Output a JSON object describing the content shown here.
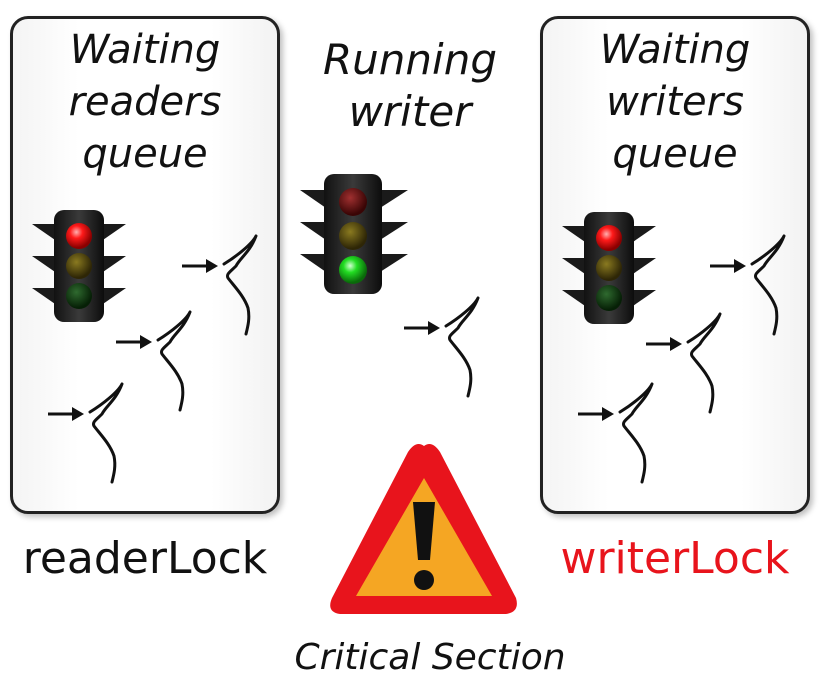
{
  "left_panel": {
    "title_lines": [
      "Waiting",
      "readers",
      "queue"
    ],
    "light": "red"
  },
  "middle": {
    "title_lines": [
      "Running",
      "writer"
    ],
    "light": "green"
  },
  "right_panel": {
    "title_lines": [
      "Waiting",
      "writers",
      "queue"
    ],
    "light": "red"
  },
  "labels": {
    "reader_lock": "readerLock",
    "writer_lock": "writerLock",
    "critical_section": "Critical Section"
  },
  "colors": {
    "writer_lock": "#e8141c",
    "reader_lock": "#111111",
    "warning_fill": "#f5a623",
    "warning_border": "#e8141c"
  },
  "icons": {
    "thread": "thread-arrow-icon",
    "traffic_light": "traffic-light-icon",
    "warning": "warning-triangle-icon"
  }
}
